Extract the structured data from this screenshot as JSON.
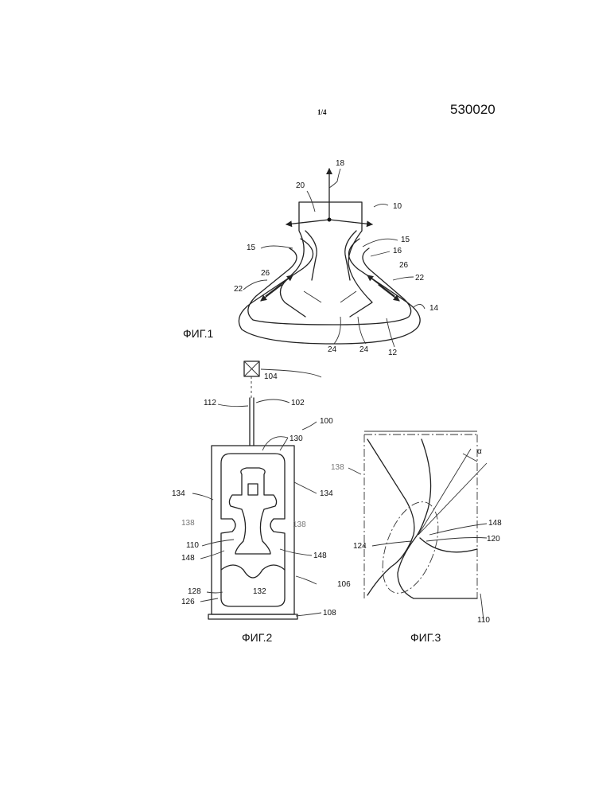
{
  "header": {
    "sheet": "1/4",
    "doc_number": "530020"
  },
  "figures": {
    "fig1": {
      "caption": "ФИГ.1",
      "labels": {
        "l18": "18",
        "l20": "20",
        "l10": "10",
        "l15a": "15",
        "l15b": "15",
        "l16": "16",
        "l26a": "26",
        "l26b": "26",
        "l22a": "22",
        "l22b": "22",
        "l14": "14",
        "l24a": "24",
        "l24b": "24",
        "l12": "12"
      }
    },
    "fig2": {
      "caption": "ФИГ.2",
      "labels": {
        "l104": "104",
        "l112": "112",
        "l102": "102",
        "l100": "100",
        "l130": "130",
        "l134a": "134",
        "l134b": "134",
        "l138a": "138",
        "l138b": "138",
        "l110": "110",
        "l148a": "148",
        "l148b": "148",
        "l106": "106",
        "l128": "128",
        "l132": "132",
        "l126": "126",
        "l108": "108"
      }
    },
    "fig3": {
      "caption": "ФИГ.3",
      "labels": {
        "l138": "138",
        "lalpha": "α",
        "l148": "148",
        "l124": "124",
        "l120": "120",
        "l110": "110"
      }
    }
  }
}
